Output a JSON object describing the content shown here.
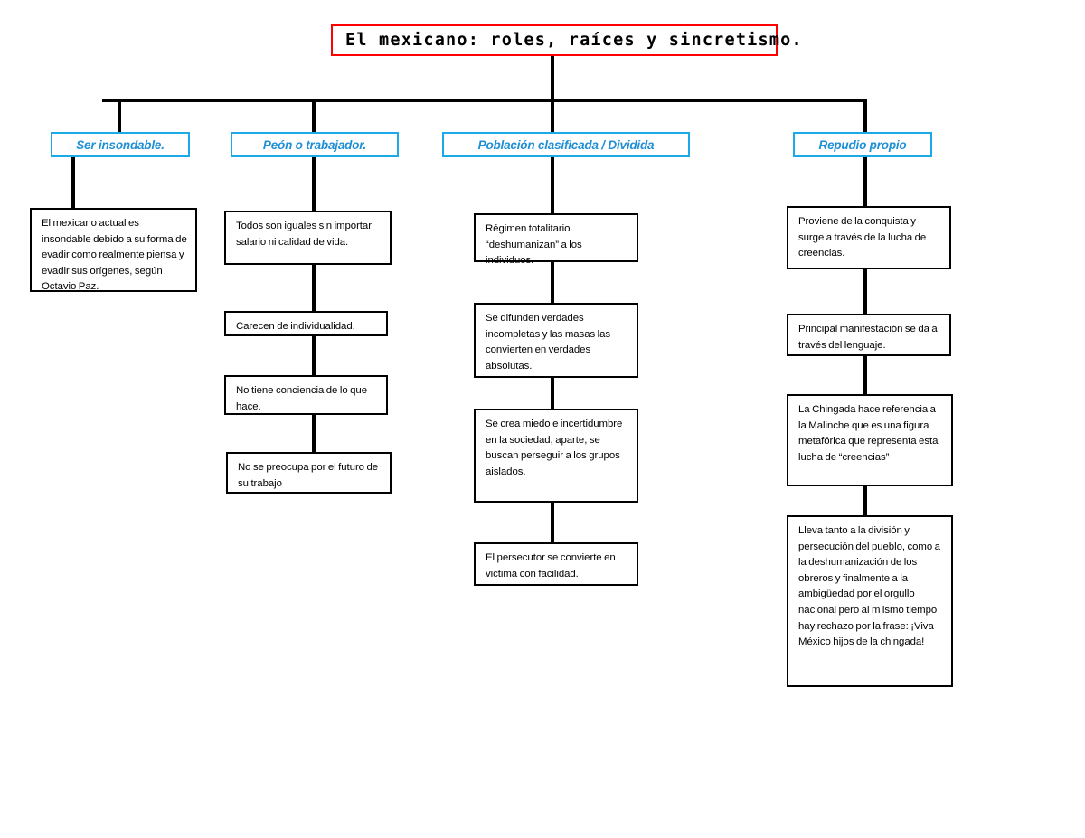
{
  "diagram": {
    "title": {
      "label": "El mexicano: roles, raíces y sincretismo.",
      "border_color": "#FF0000"
    },
    "accent_color": "#1CA9E8",
    "category_text_color": "#1F8FD6",
    "branch_color": "#000000",
    "columns": [
      {
        "category": "Ser insondable.",
        "details": [
          "El mexicano actual es insondable debido a su forma de evadir como realmente piensa y evadir sus orígenes, según Octavio Paz."
        ]
      },
      {
        "category": "Peón o trabajador.",
        "details": [
          "Todos son iguales sin importar salario ni calidad de vida.",
          "Carecen de individualidad.",
          "No tiene conciencia de lo que hace.",
          "No se preocupa por el futuro de su trabajo"
        ]
      },
      {
        "category": "Población clasificada / Dividida",
        "details": [
          "Régimen totalitario “deshumanizan” a los individuos.",
          "Se difunden verdades incompletas y las masas las convierten en verdades absolutas.",
          "Se crea miedo e incertidumbre en la sociedad, aparte, se buscan perseguir a los grupos aislados.",
          "El persecutor se convierte en victima con facilidad."
        ]
      },
      {
        "category": "Repudio propio",
        "details": [
          "Proviene de la conquista y surge a través de la lucha de creencias.",
          "Principal manifestación se da a través del lenguaje.",
          "La Chingada hace referencia a la Malinche que es una figura metafórica que representa esta lucha de “creencias”",
          "Lleva tanto a la división y persecución del pueblo, como a la deshumanización de los obreros y finalmente a la ambigüedad por el orgullo nacional pero al m ismo tiempo hay rechazo por la frase: ¡Viva México hijos de la chingada!"
        ]
      }
    ]
  }
}
